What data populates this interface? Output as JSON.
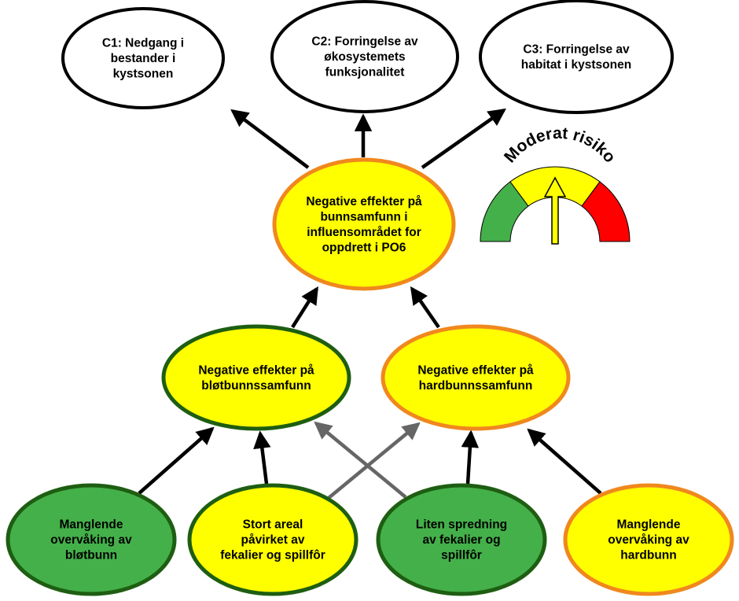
{
  "colors": {
    "yellow": "#ffff00",
    "green": "#44b04a",
    "white": "#ffffff",
    "stroke_green": "#1e5e12",
    "stroke_orange": "#f0881e",
    "stroke_black": "#000000",
    "arrow_black": "#000000",
    "arrow_grey": "#666666",
    "gauge_green": "#44b04a",
    "gauge_yellow": "#ffff00",
    "gauge_red": "#ff0000"
  },
  "nodes": {
    "c1": {
      "lines": [
        "C1: Nedgang i",
        "bestander i",
        "kystsonen"
      ]
    },
    "c2": {
      "lines": [
        "C2: Forringelse av",
        "økosystemets",
        "funksjonalitet"
      ]
    },
    "c3": {
      "lines": [
        "C3: Forringelse av",
        "habitat i kystsonen"
      ]
    },
    "center": {
      "lines": [
        "Negative effekter på",
        "bunnsamfunn i",
        "influensområdet for",
        "oppdrett i PO6"
      ]
    },
    "soft": {
      "lines": [
        "Negative effekter på",
        "bløtbunnssamfunn"
      ]
    },
    "hard": {
      "lines": [
        "Negative effekter på",
        "hardbunnssamfunn"
      ]
    },
    "m_soft": {
      "lines": [
        "Manglende",
        "overvåking av",
        "bløtbunn"
      ]
    },
    "area": {
      "lines": [
        "Stort areal",
        "påvirket av",
        "fekalier og spillfôr"
      ]
    },
    "spread": {
      "lines": [
        "Liten spredning",
        "av fekalier og",
        "spillfôr"
      ]
    },
    "m_hard": {
      "lines": [
        "Manglende",
        "overvåking av",
        "hardbunn"
      ]
    }
  },
  "gauge": {
    "label": "Moderat risiko",
    "level": "moderate",
    "segments": [
      "green",
      "yellow",
      "red"
    ]
  }
}
